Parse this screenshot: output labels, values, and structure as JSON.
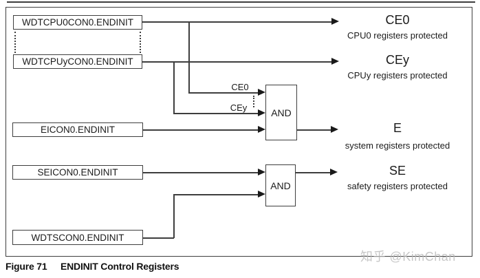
{
  "diagram": {
    "registers": [
      {
        "id": "wdtcpu0con0",
        "label": "WDTCPU0CON0.ENDINIT"
      },
      {
        "id": "wdtcpuycon0",
        "label": "WDTCPUyCON0.ENDINIT"
      },
      {
        "id": "eicon0",
        "label": "EICON0.ENDINIT"
      },
      {
        "id": "seicon0",
        "label": "SEICON0.ENDINIT"
      },
      {
        "id": "wdtscon0",
        "label": "WDTSCON0.ENDINIT"
      }
    ],
    "gates": [
      {
        "label": "AND"
      },
      {
        "label": "AND"
      }
    ],
    "signal_labels": {
      "ce0": "CE0",
      "cey": "CEy"
    },
    "outputs": [
      {
        "name": "CE0",
        "description": "CPU0 registers protected"
      },
      {
        "name": "CEy",
        "description": "CPUy registers protected"
      },
      {
        "name": "E",
        "description": "system registers protected"
      },
      {
        "name": "SE",
        "description": "safety registers protected"
      }
    ]
  },
  "caption": {
    "label": "Figure 71",
    "title": "ENDINIT Control Registers"
  },
  "watermark": "知乎 @KimChan",
  "colors": {
    "line": "#3d3d3d",
    "text": "#1a1a1a",
    "watermark": "#c9c9c9",
    "background": "#ffffff"
  }
}
